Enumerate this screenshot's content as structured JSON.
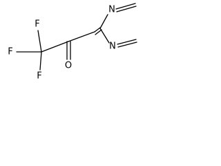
{
  "molecule": {
    "atoms": {
      "f_top": "F",
      "f_left": "F",
      "f_bottom": "F",
      "o_ketone": "O",
      "n_upper": "N",
      "n_lower": "N"
    },
    "colors": {
      "bond": "#000000",
      "label": "#000000",
      "background": "#ffffff"
    }
  }
}
